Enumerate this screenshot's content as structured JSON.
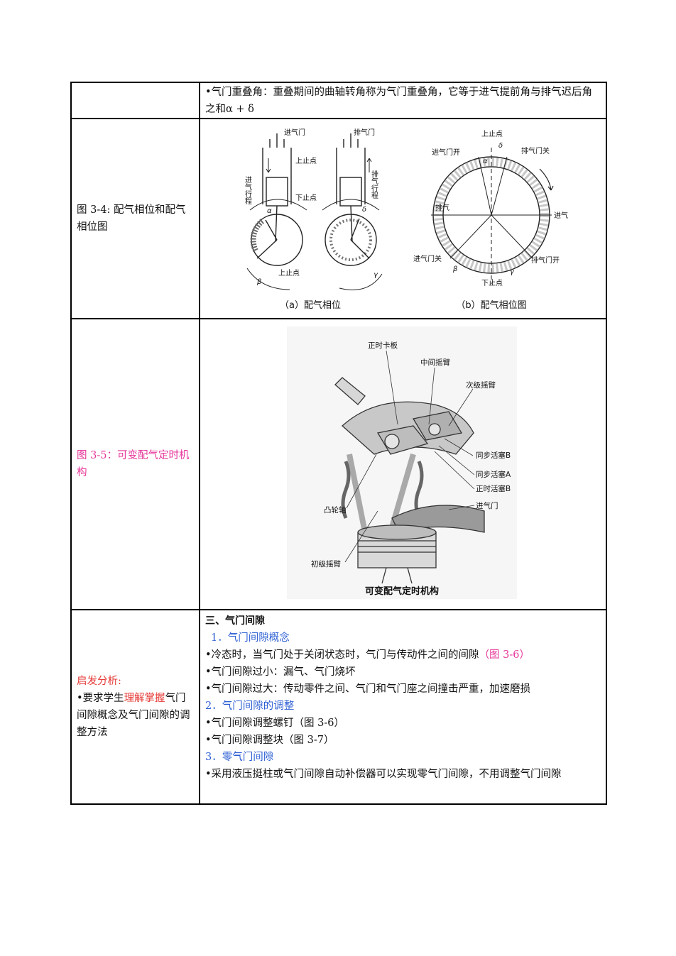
{
  "row1": {
    "text": "•气门重叠角：重叠期间的曲轴转角称为气门重叠角，它等于进气提前角与排气迟后角之和α + δ"
  },
  "row2": {
    "left_label": "图 3-4: 配气相位和配气相位图",
    "fig_a": {
      "caption": "（a）配气相位",
      "labels": {
        "intake_valve": "进气门",
        "exhaust_valve": "排气门",
        "tdc_a": "上止点",
        "bdc_a": "下止点",
        "tdc_bottom": "上止点",
        "intake_stroke": "进气行程",
        "exhaust_stroke": "排气行程",
        "alpha": "α",
        "beta": "β",
        "delta": "δ",
        "gamma": "γ"
      }
    },
    "fig_b": {
      "caption": "（b）配气相位图",
      "labels": {
        "tdc": "上止点",
        "bdc": "下止点",
        "intake_open": "进气门开",
        "exhaust_close": "排气门关",
        "intake_close": "进气门关",
        "exhaust_open": "排气门开",
        "exhaust": "排气",
        "intake": "进气",
        "alpha": "α",
        "delta": "δ",
        "beta": "β",
        "gamma": "γ"
      }
    }
  },
  "row3": {
    "left_label": "图 3-5：可变配气定时机构",
    "figure": {
      "title": "可变配气定时机构",
      "labels": {
        "timing_plate": "正时卡板",
        "mid_rocker": "中间摇臂",
        "secondary_rocker": "次级摇臂",
        "sync_piston_b": "同步活塞B",
        "sync_piston_a": "同步活塞A",
        "timing_piston_b": "正时活塞B",
        "intake_valve": "进气门",
        "camshaft": "凸轮轴",
        "primary_rocker": "初级摇臂"
      }
    }
  },
  "row4": {
    "left": {
      "heading": "启发分析:",
      "prefix": "•要求学生",
      "highlight": "理解掌握",
      "suffix": "气门间隙概念及气门间隙的调整方法"
    },
    "right": {
      "title": "三、气门间隙",
      "sec1": "1．气门间隙概念",
      "line1_main": "•冷态时，当气门处于关闭状态时，气门与传动件之间的间隙",
      "line1_ref": "（图 3-6）",
      "line2": "•气门间隙过小：漏气、气门烧坏",
      "line3": "•气门间隙过大：传动零件之间、气门和气门座之间撞击严重，加速磨损",
      "sec2": "2．气门间隙的调整",
      "line4": "•气门间隙调整螺钉（图 3-6）",
      "line5": "•气门间隙调整块（图 3-7）",
      "sec3": "3．零气门间隙",
      "line6": "•采用液压挺柱或气门间隙自动补偿器可以实现零气门间隙，不用调整气门间隙"
    }
  }
}
